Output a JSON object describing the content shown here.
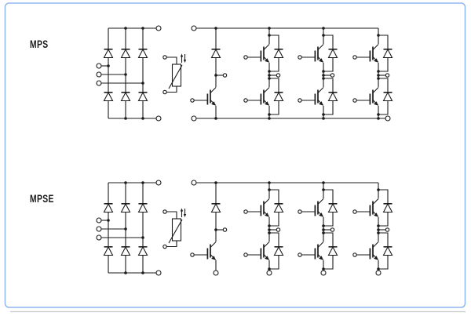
{
  "page": {
    "background": "#ffffff",
    "frame_border_color": "#8fb7f0",
    "line_color": "#1b1b1b",
    "shadow_color": "#c9c9c9"
  },
  "modules": [
    {
      "label": "MPS",
      "components": [
        "three-phase-rectifier-bridge-icon",
        "thermistor-varistor-icon",
        "brake-chopper-igbt-icon",
        "three-phase-igbt-inverter-icon"
      ],
      "dc_bus": "common-negative-rail",
      "ac_input_terminals": 3,
      "inverter_legs": 3
    },
    {
      "label": "MPSE",
      "components": [
        "three-phase-rectifier-bridge-icon",
        "thermistor-varistor-icon",
        "brake-chopper-igbt-icon",
        "three-phase-igbt-inverter-icon"
      ],
      "dc_bus": "open-emitter-outputs",
      "ac_input_terminals": 3,
      "inverter_legs": 3
    }
  ]
}
